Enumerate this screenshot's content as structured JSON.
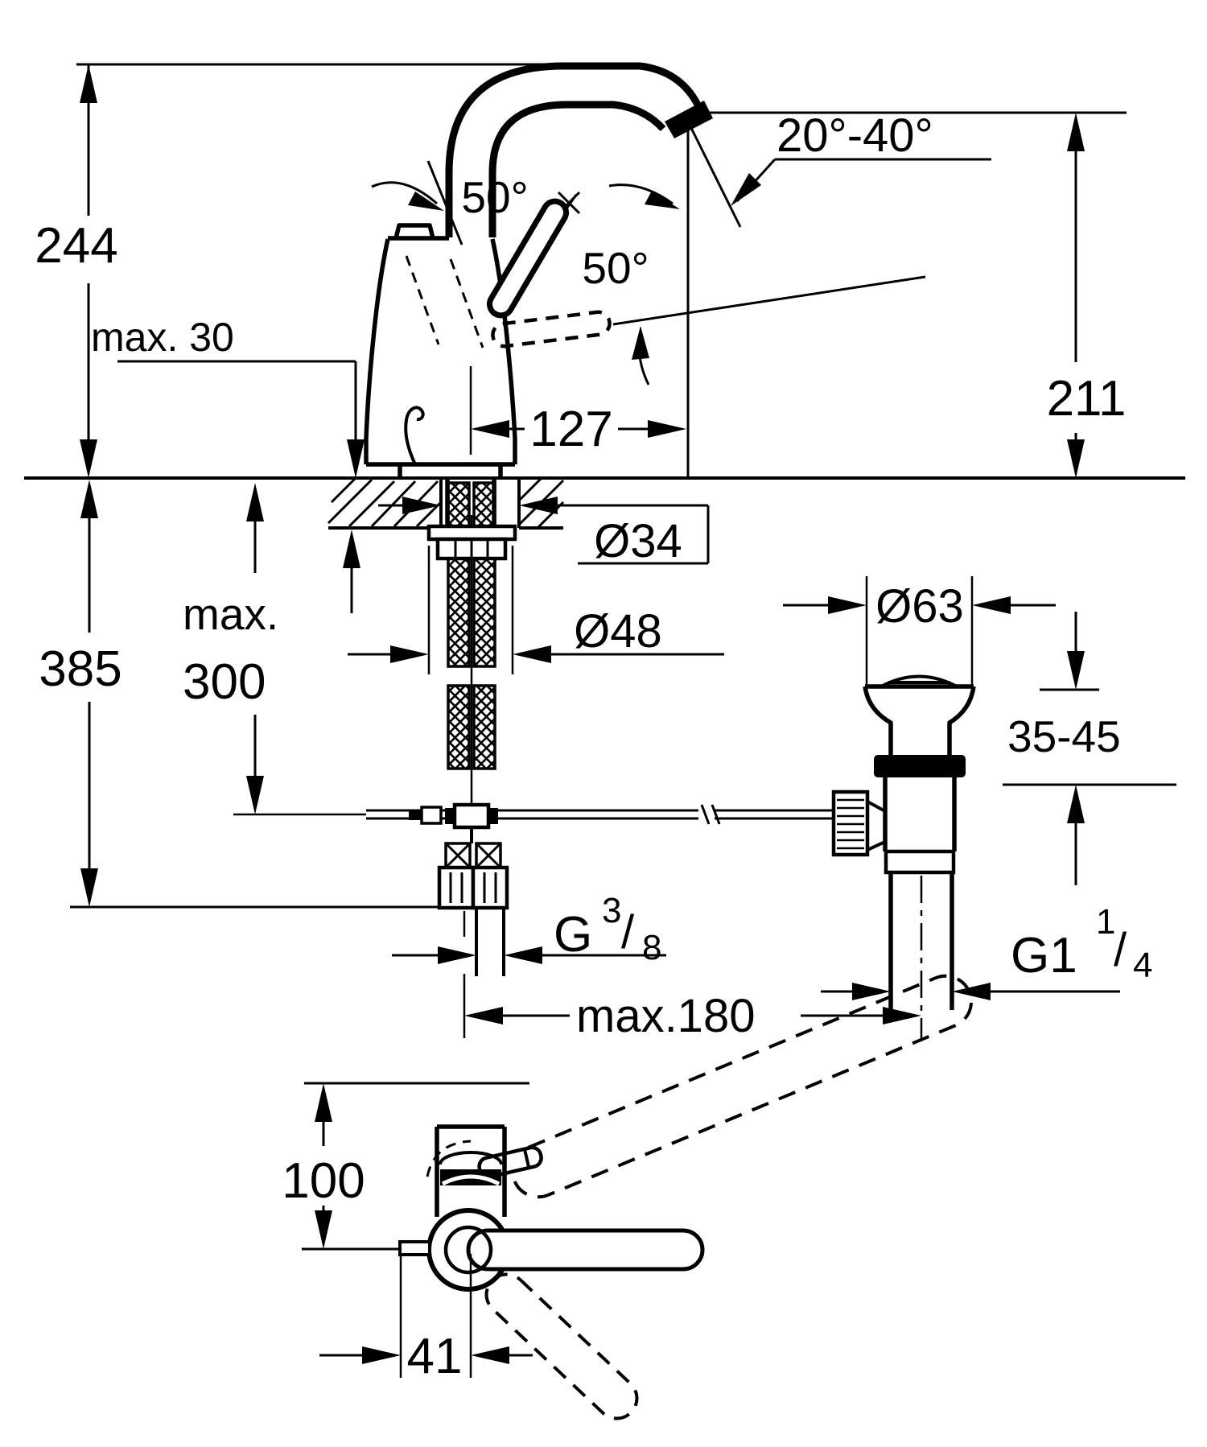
{
  "drawing": {
    "title": "basin mixer installation dimension drawing",
    "units": "mm",
    "colors": {
      "line": "#000000",
      "background": "#ffffff"
    },
    "side_view": {
      "overall_height": "244",
      "outlet_height": "211",
      "outlet_angle_range": "20°-40°",
      "lever_tilt_angle": "50°",
      "lever_swivel_angle": "50°",
      "max_deck_thickness": "max. 30",
      "spout_projection": "127",
      "deck_hole_diameter": "Ø34",
      "shank_envelope_diameter": "Ø48",
      "below_deck_height": "385",
      "hose_clearance_line1": "max.",
      "hose_clearance_line2": "300",
      "supply_thread": {
        "prefix": "G",
        "numerator": "3",
        "slash": "/",
        "denominator": "8"
      },
      "max_drain_distance": "max.180"
    },
    "drain_valve": {
      "flange_diameter": "Ø63",
      "deck_thickness_range": "35-45",
      "waste_thread": {
        "prefix": "G1",
        "numerator": "1",
        "slash": "/",
        "denominator": "4"
      }
    },
    "plan_view": {
      "depth": "100",
      "handle_offset": "41"
    }
  }
}
